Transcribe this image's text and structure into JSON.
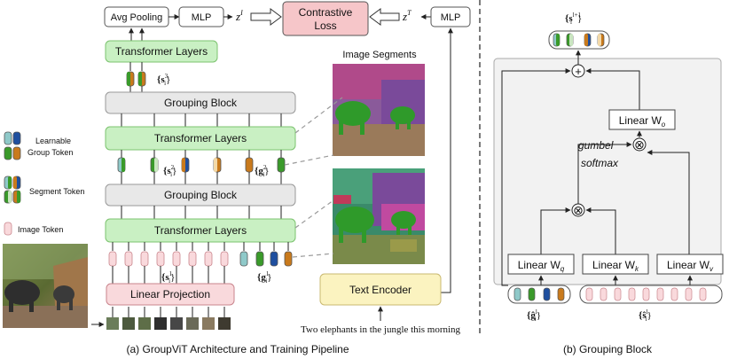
{
  "architecture": {
    "avg_pooling": "Avg Pooling",
    "mlp_image": "MLP",
    "z_image": "z",
    "z_image_sup": "I",
    "contrastive_loss_line1": "Contrastive",
    "contrastive_loss_line2": "Loss",
    "z_text": "z",
    "z_text_sup": "T",
    "mlp_text": "MLP",
    "transformer_layers": "Transformer Layers",
    "grouping_block": "Grouping Block",
    "linear_projection": "Linear Projection",
    "text_encoder": "Text Encoder",
    "image_segments": "Image Segments",
    "caption": "Two elephants in the jungle this morning",
    "label_s3": "{s",
    "label_s3_sup": "3",
    "label_s3_sub": "i",
    "label_s2": "{s",
    "label_s2_sup": "2",
    "label_g2": "{g",
    "label_g2_sup": "2",
    "label_s1": "{s",
    "label_s1_sup": "1",
    "label_g1": "{g",
    "label_g1_sup": "1",
    "sub_i": "i",
    "close_brace": "}"
  },
  "legend": {
    "learnable_line1": "Learnable",
    "learnable_line2": "Group Token",
    "segment_token": "Segment Token",
    "image_token": "Image Token"
  },
  "grouping_block_detail": {
    "output_label": "{s",
    "output_sup": "l+1",
    "linear_wo": "Linear W",
    "wo_sub": "o",
    "linear_wq": "Linear W",
    "wq_sub": "q",
    "linear_wk": "Linear W",
    "wk_sub": "k",
    "linear_wv": "Linear W",
    "wv_sub": "v",
    "gumbel": "gumbel",
    "softmax": "softmax",
    "g_hat_label": "{ĝ",
    "s_hat_label": "{ŝ",
    "hat_sup": "l",
    "plus_symbol": "+",
    "times_symbol": "⊗"
  },
  "captions": {
    "left": "(a) GroupViT Architecture and Training Pipeline",
    "right": "(b) Grouping Block"
  },
  "colors": {
    "transformer_fill": "#c9f0c3",
    "transformer_stroke": "#7cc36f",
    "grouping_fill": "#e8e8e8",
    "linear_proj_fill": "#f9d9dc",
    "text_encoder_fill": "#fbf3c0",
    "contrastive_fill": "#f6c6c9",
    "panel_fill": "#f2f2f2",
    "token_teal": "#8fc9c9",
    "token_green": "#3a9a2a",
    "token_blue": "#1f4f9f",
    "token_orange": "#c97a1c",
    "token_pink": "#f9d9dc"
  }
}
